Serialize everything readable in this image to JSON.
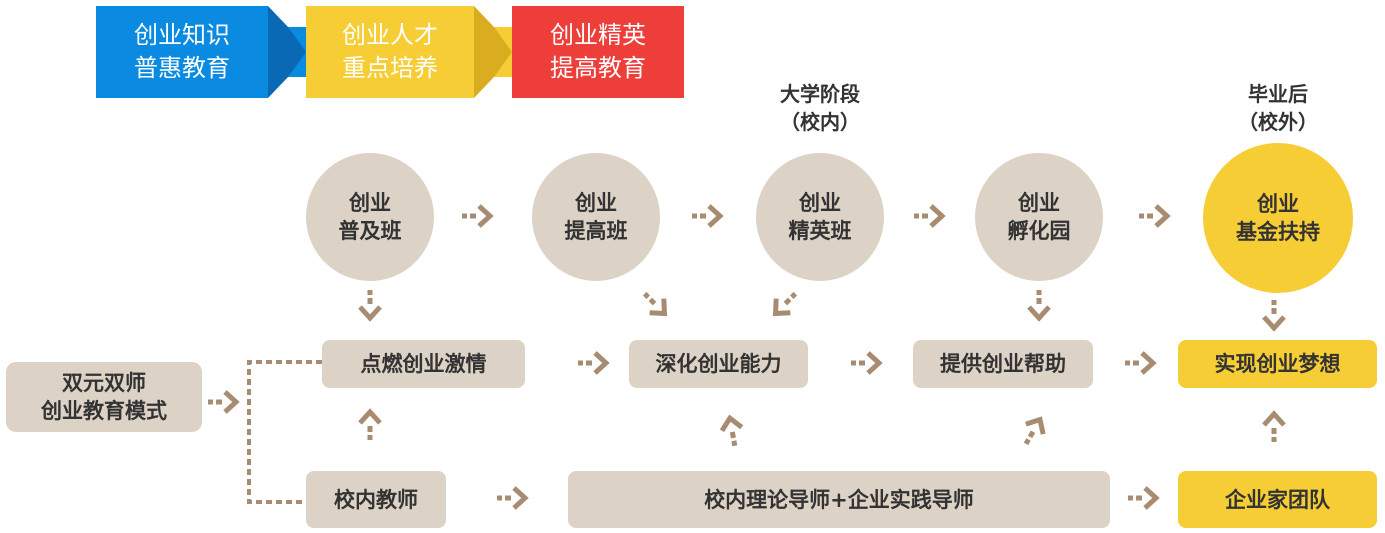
{
  "colors": {
    "blue": "#0a8ae0",
    "blue_dark": "#0969b4",
    "yellow": "#f6cd35",
    "yellow_dark": "#d9ad1f",
    "red": "#ee3e3a",
    "beige": "#ddd2c6",
    "arrow": "#a78c72"
  },
  "banners": [
    {
      "line1": "创业知识",
      "line2": "普惠教育"
    },
    {
      "line1": "创业人才",
      "line2": "重点培养"
    },
    {
      "line1": "创业精英",
      "line2": "提高教育"
    }
  ],
  "stages": {
    "university": {
      "line1": "大学阶段",
      "line2": "（校内）"
    },
    "graduate": {
      "line1": "毕业后",
      "line2": "（校外）"
    }
  },
  "circles": [
    {
      "line1": "创业",
      "line2": "普及班"
    },
    {
      "line1": "创业",
      "line2": "提高班"
    },
    {
      "line1": "创业",
      "line2": "精英班"
    },
    {
      "line1": "创业",
      "line2": "孵化园"
    },
    {
      "line1": "创业",
      "line2": "基金扶持"
    }
  ],
  "model": {
    "line1": "双元双师",
    "line2": "创业教育模式"
  },
  "middle": [
    "点燃创业激情",
    "深化创业能力",
    "提供创业帮助",
    "实现创业梦想"
  ],
  "bottom": [
    "校内教师",
    "校内理论导师+企业实践导师",
    "企业家团队"
  ],
  "icons": {
    "arrow": "dashed-arrow-icon"
  }
}
